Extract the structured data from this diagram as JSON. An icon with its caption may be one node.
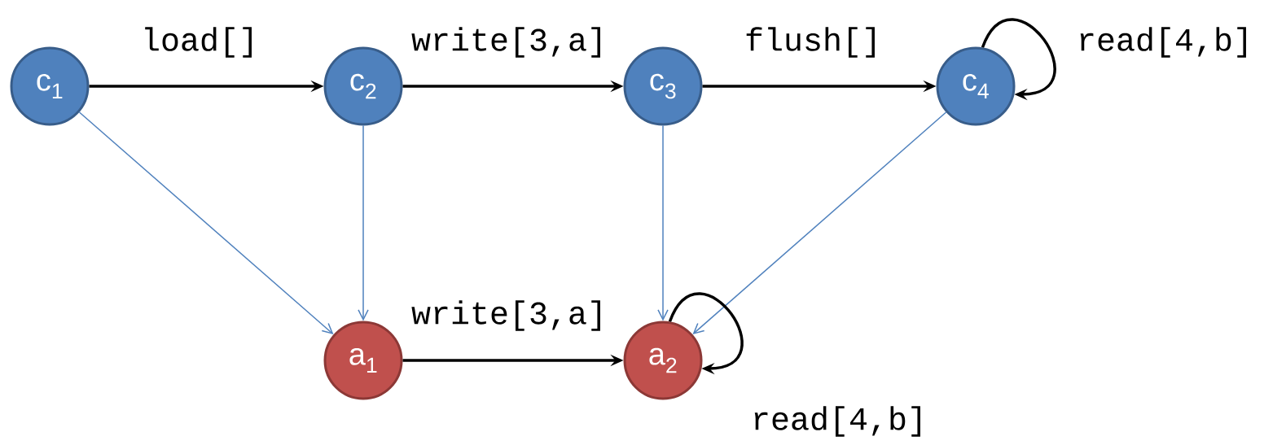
{
  "diagram": {
    "nodes": [
      {
        "text": [
          "c$_{1}$"
        ]
      },
      {
        "text": [
          "c$_{2}$"
        ]
      },
      {
        "text": [
          "c$_{3}$"
        ]
      },
      {
        "text": [
          "c$_{4}$"
        ]
      },
      {
        "text": [
          "a$_{1}$"
        ]
      },
      {
        "text": [
          "a$_{2}$"
        ]
      }
    ],
    "edges": [
      {
        "from": 0,
        "to": 1,
        "arrow": "to",
        "label": "load[]"
      },
      {
        "from": 1,
        "to": 2,
        "arrow": "to",
        "label": "write[3,a]"
      },
      {
        "from": 2,
        "to": 3,
        "arrow": "to",
        "label": "flush[]"
      },
      {
        "from": 3,
        "to": 3,
        "arrow": "to",
        "label": "read[4,b]"
      },
      {
        "from": 0,
        "to": 4,
        "arrow": "to",
        "color": "#4f81bd"
      },
      {
        "from": 1,
        "to": 4,
        "arrow": "to",
        "color": "#4f81bd"
      },
      {
        "from": 2,
        "to": 5,
        "arrow": "to",
        "color": "#4f81bd"
      },
      {
        "from": 3,
        "to": 5,
        "arrow": "to",
        "color": "#4f81bd"
      },
      {
        "from": 4,
        "to": 5,
        "arrow": "to",
        "label": "write[3,a]"
      },
      {
        "from": 5,
        "to": 5,
        "arrow": "to",
        "label": "read[4,b]"
      }
    ]
  }
}
